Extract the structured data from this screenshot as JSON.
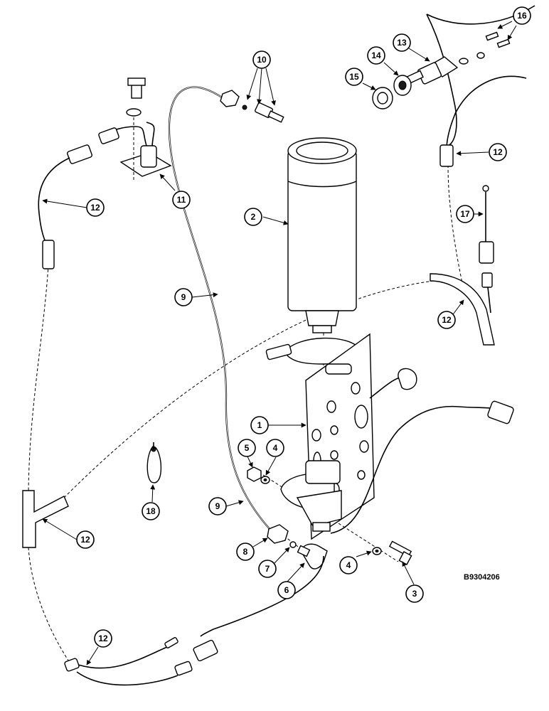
{
  "figure": {
    "id": "B9304206",
    "callouts": [
      {
        "label": "1"
      },
      {
        "label": "2"
      },
      {
        "label": "3"
      },
      {
        "label": "4"
      },
      {
        "label": "4"
      },
      {
        "label": "5"
      },
      {
        "label": "6"
      },
      {
        "label": "7"
      },
      {
        "label": "8"
      },
      {
        "label": "9"
      },
      {
        "label": "9"
      },
      {
        "label": "10"
      },
      {
        "label": "11"
      },
      {
        "label": "12"
      },
      {
        "label": "12"
      },
      {
        "label": "12"
      },
      {
        "label": "12"
      },
      {
        "label": "12"
      },
      {
        "label": "13"
      },
      {
        "label": "14"
      },
      {
        "label": "15"
      },
      {
        "label": "16"
      },
      {
        "label": "17"
      },
      {
        "label": "18"
      }
    ]
  }
}
